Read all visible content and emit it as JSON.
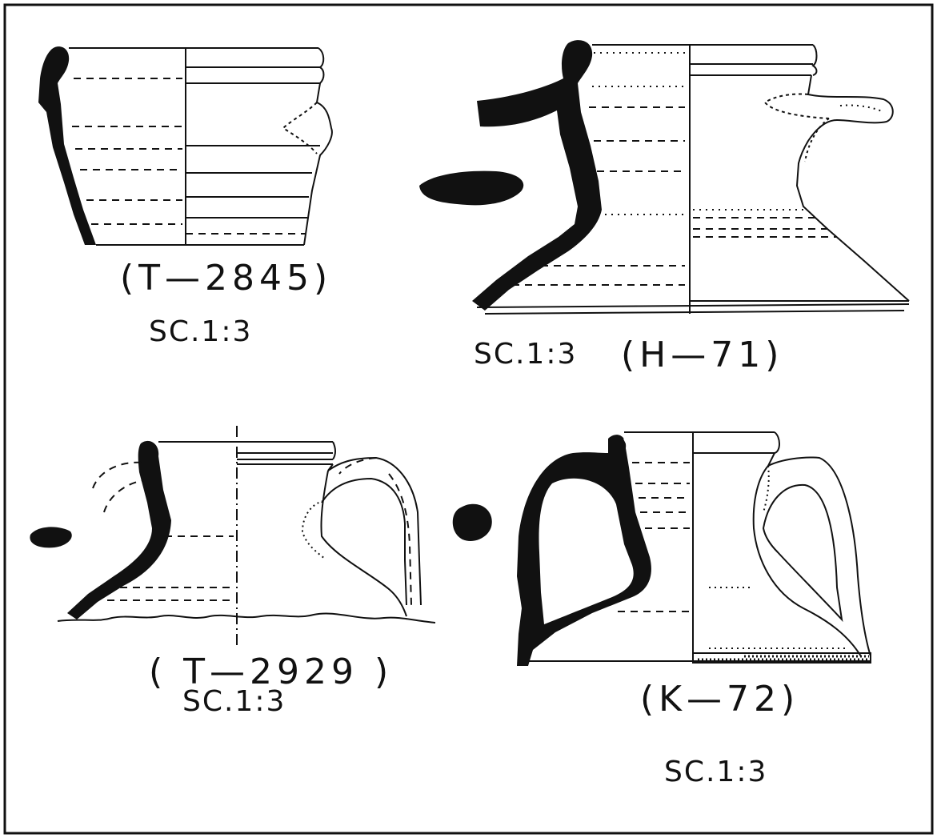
{
  "plate": {
    "ink": "#111111",
    "paper": "#ffffff"
  },
  "drawings": [
    {
      "id": "T-2845",
      "code": "(T—2845)",
      "scale": "SC.1:3"
    },
    {
      "id": "H-71",
      "code": "(H—71)",
      "scale": "SC.1:3"
    },
    {
      "id": "T-2929",
      "code": "( T—2929 )",
      "scale": "SC.1:3"
    },
    {
      "id": "K-72",
      "code": "(K—72)",
      "scale": "SC.1:3"
    }
  ]
}
